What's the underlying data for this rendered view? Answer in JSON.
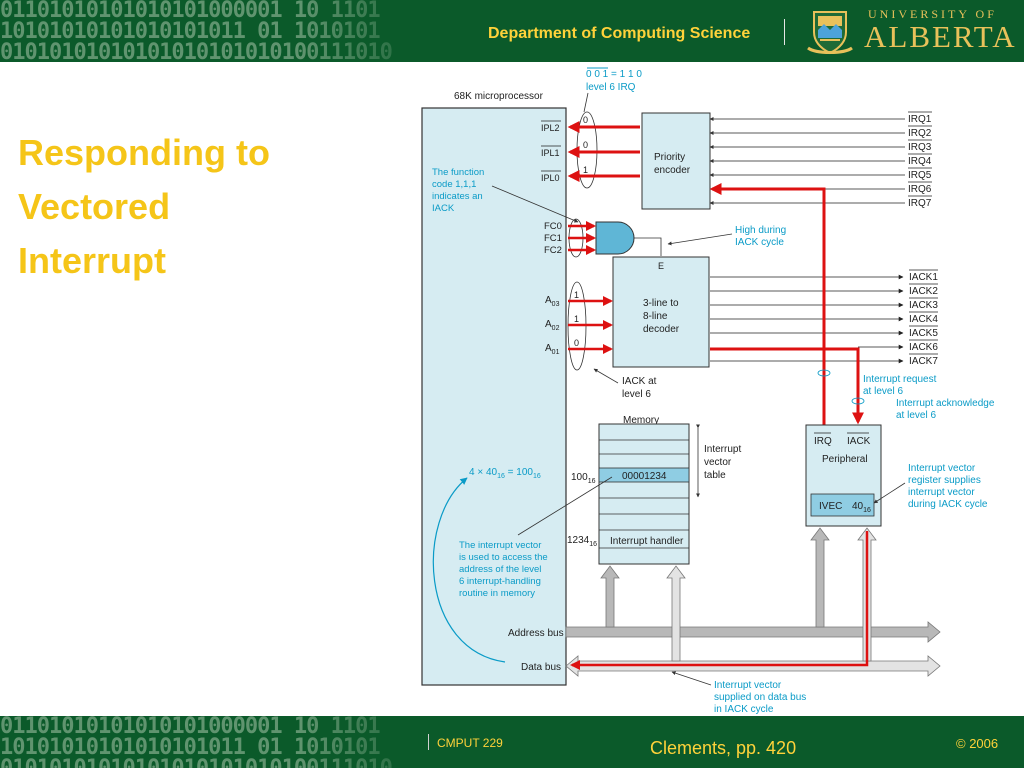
{
  "header": {
    "binary_pattern": "01101010101010101000001 10 1101\n10101010101010101011 01 1010101\n01010101010101010101010100111010",
    "department": "Department of Computing Science",
    "university_top": "UNIVERSITY OF",
    "university_name": "ALBERTA"
  },
  "slide": {
    "title_lines": [
      "Responding to",
      "Vectored",
      "Interrupt"
    ]
  },
  "diagram": {
    "cpu_label": "68K microprocessor",
    "irq_code": "0 0 1 = 1 1 0",
    "irq_level": "level 6 IRQ",
    "ipl_pins": [
      "IPL2",
      "IPL1",
      "IPL0"
    ],
    "ipl_bits": [
      "0",
      "0",
      "1"
    ],
    "encoder_label": [
      "Priority",
      "encoder"
    ],
    "irq_lines": [
      "IRQ1",
      "IRQ2",
      "IRQ3",
      "IRQ4",
      "IRQ5",
      "IRQ6",
      "IRQ7"
    ],
    "fc_note": [
      "The function",
      "code 1,1,1",
      "indicates an",
      "IACK"
    ],
    "fc_pins": [
      "FC0",
      "FC1",
      "FC2"
    ],
    "and_note": [
      "High during",
      "IACK cycle"
    ],
    "enable_label": "E",
    "decoder_label": [
      "3-line to",
      "8-line",
      "decoder"
    ],
    "addr_pins": [
      {
        "base": "A",
        "sub": "03"
      },
      {
        "base": "A",
        "sub": "02"
      },
      {
        "base": "A",
        "sub": "01"
      }
    ],
    "addr_bits": [
      "1",
      "1",
      "0"
    ],
    "iack_lines": [
      "IACK1",
      "IACK2",
      "IACK3",
      "IACK4",
      "IACK5",
      "IACK6",
      "IACK7"
    ],
    "iack_note": [
      "IACK at",
      "level 6"
    ],
    "irq_request_note": [
      "Interrupt request",
      "at level 6"
    ],
    "iack_ack_note": [
      "Interrupt acknowledge",
      "at level 6"
    ],
    "memory_label": "Memory",
    "vector_table_note": [
      "Interrupt",
      "vector",
      "table"
    ],
    "vector_addr": {
      "value": "100",
      "sub": "16"
    },
    "vector_entry": "00001234",
    "handler_addr": {
      "value": "1234",
      "sub": "16"
    },
    "handler_label": "Interrupt handler",
    "formula": {
      "a": "4 × 40",
      "a_sub": "16",
      "eq": " = 100",
      "b_sub": "16"
    },
    "vector_note": [
      "The interrupt vector",
      "is used to access the",
      "address of the level",
      "6 interrupt-handling",
      "routine in memory"
    ],
    "peripheral_pins": [
      "IRQ",
      "IACK"
    ],
    "peripheral_label": "Peripheral",
    "ivec": {
      "label": "IVEC",
      "value": "40",
      "sub": "16"
    },
    "ivec_note": [
      "Interrupt vector",
      "register supplies",
      "interrupt vector",
      "during IACK cycle"
    ],
    "address_bus": "Address bus",
    "data_bus": "Data bus",
    "bus_note": [
      "Interrupt vector",
      "supplied on data bus",
      "in IACK cycle"
    ],
    "colors": {
      "cpu_fill": "#d6ecf2",
      "accent": "#0a9bc7",
      "signal": "#dd1111",
      "gate_fill": "#5fb6d6"
    }
  },
  "footer": {
    "course": "CMPUT 229",
    "reference": "Clements, pp. 420",
    "copyright": "© 2006"
  }
}
